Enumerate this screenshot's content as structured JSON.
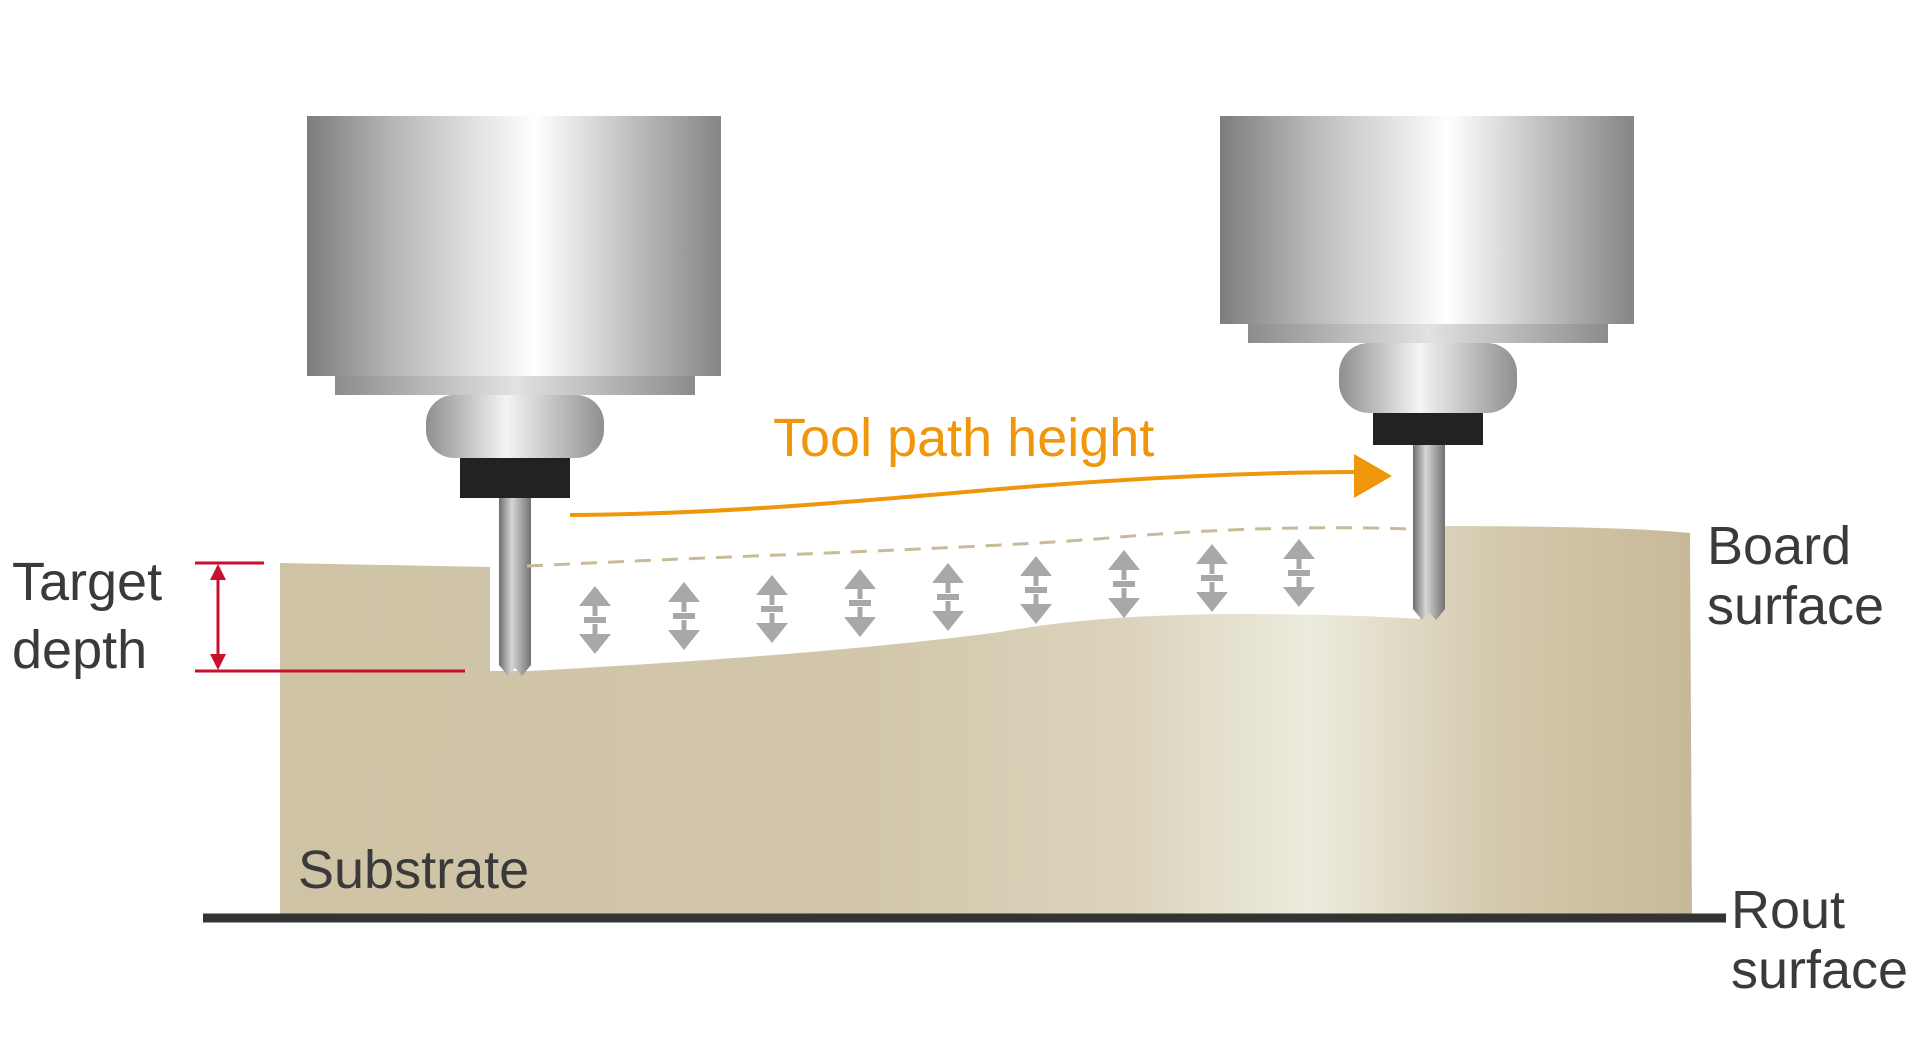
{
  "labels": {
    "target_depth_line1": "Target",
    "target_depth_line2": "depth",
    "tool_path_height": "Tool path height",
    "board_surface_line1": "Board",
    "board_surface_line2": "surface",
    "substrate": "Substrate",
    "rout_surface_line1": "Rout",
    "rout_surface_line2": "surface"
  },
  "colors": {
    "board": "#cfc3a6",
    "board_highlight": "#ecebdd",
    "tool_path_arrow": "#f0960a",
    "target_depth_marker": "#c8102e",
    "rout_surface_line": "#333333",
    "depth_indicator_arrows": "#a8a8a8"
  }
}
